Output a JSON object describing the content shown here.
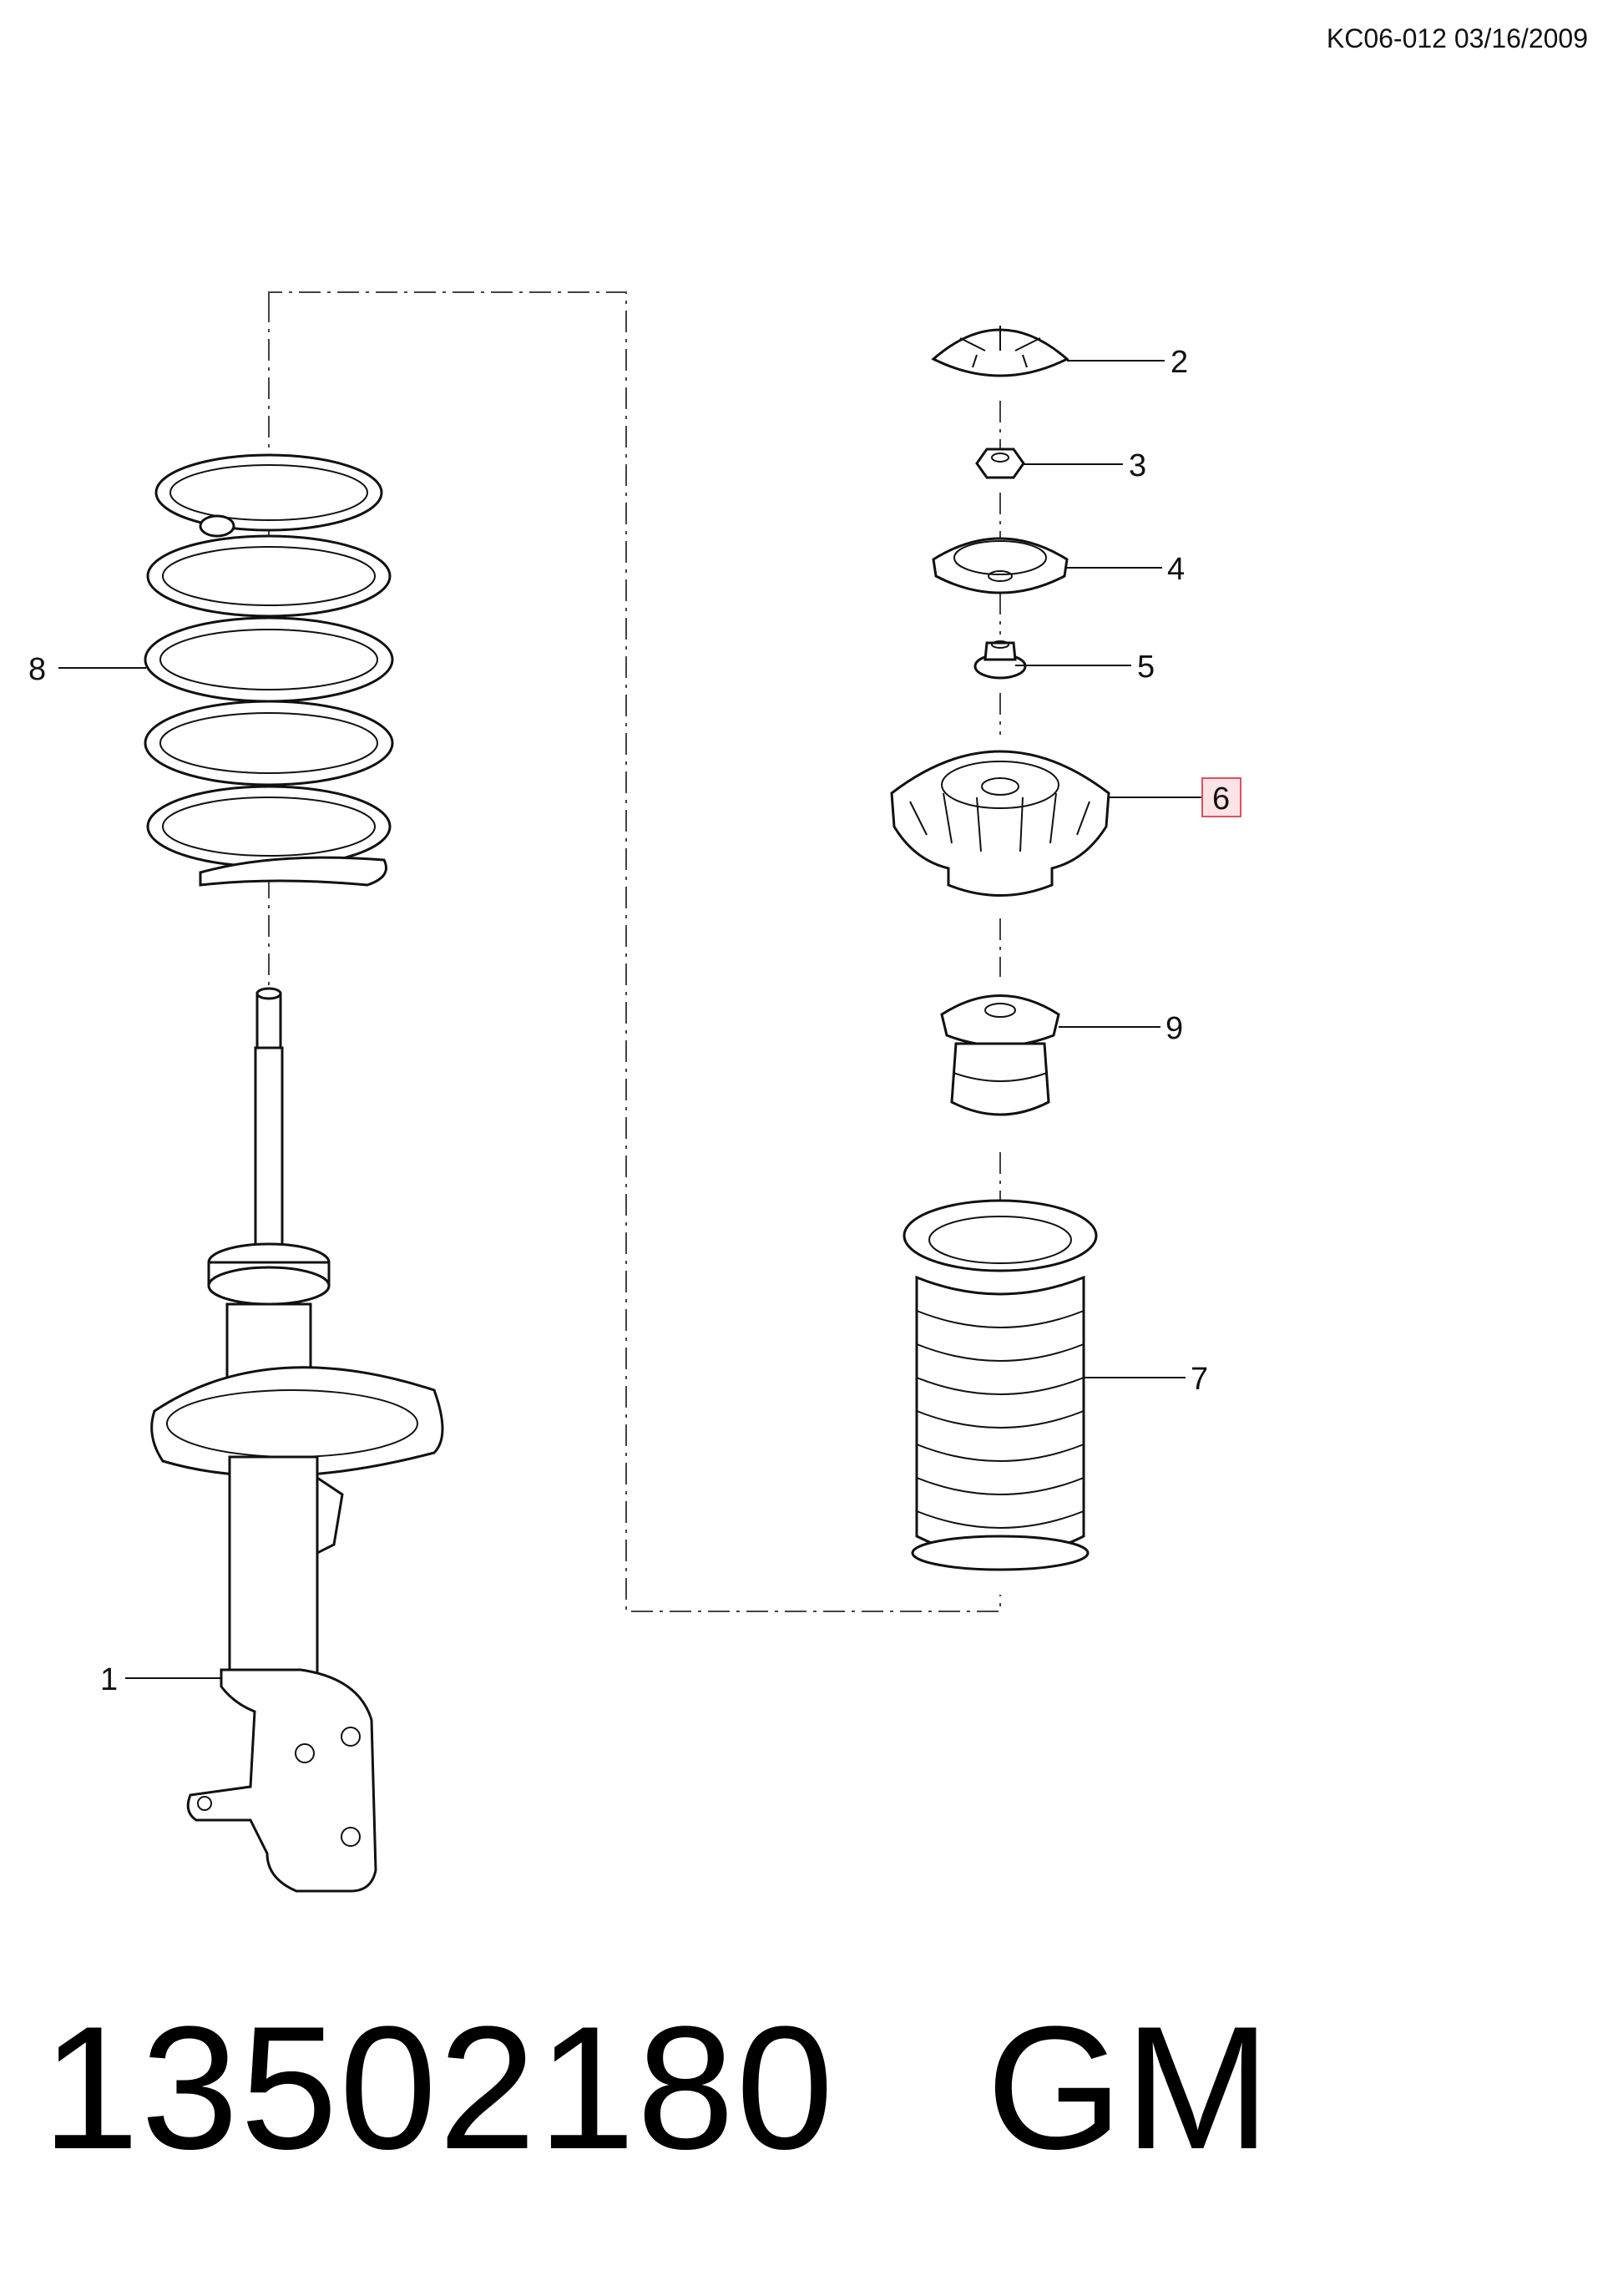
{
  "header": {
    "doc_ref": "KC06-012 03/16/2009"
  },
  "footer": {
    "part_number_text": "13502180   GM"
  },
  "callouts": {
    "c1": "1",
    "c2": "2",
    "c3": "3",
    "c4": "4",
    "c5": "5",
    "c6": "6",
    "c7": "7",
    "c8": "8",
    "c9": "9"
  },
  "highlighted_callout": "6",
  "colors": {
    "highlight_fill": "#fde3e6",
    "highlight_stroke": "#d9535f",
    "line": "#111111"
  }
}
